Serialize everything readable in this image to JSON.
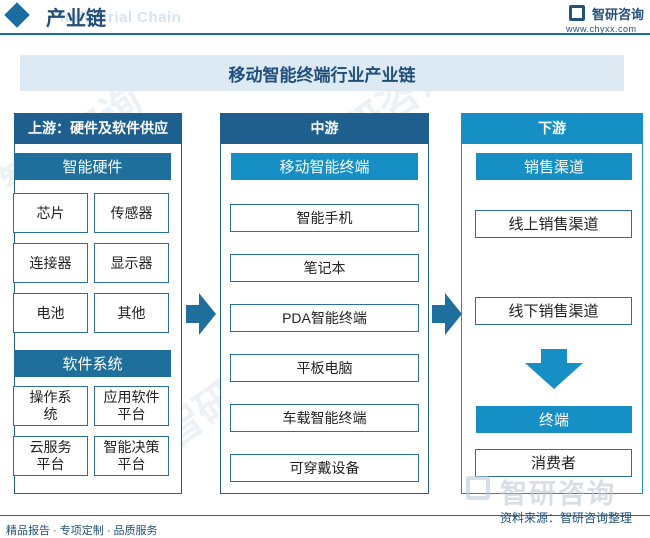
{
  "header": {
    "title": "产业链",
    "subtitle": "Industrial Chain",
    "logo_name": "智研咨询",
    "logo_url": "www.chyxx.com"
  },
  "diagram": {
    "title": "移动智能终端行业产业链",
    "upstream": {
      "heading": "上游：硬件及软件供应",
      "hardware": {
        "label": "智能硬件",
        "items": [
          "芯片",
          "传感器",
          "连接器",
          "显示器",
          "电池",
          "其他"
        ]
      },
      "software": {
        "label": "软件系统",
        "items": [
          "操作系统",
          "应用软件平台",
          "云服务平台",
          "智能决策平台"
        ]
      }
    },
    "midstream": {
      "heading": "中游",
      "label": "移动智能终端",
      "items": [
        "智能手机",
        "笔记本",
        "PDA智能终端",
        "平板电脑",
        "车载智能终端",
        "可穿戴设备"
      ]
    },
    "downstream": {
      "heading": "下游",
      "channels": {
        "label": "销售渠道",
        "items": [
          "线上销售渠道",
          "线下销售渠道"
        ]
      },
      "terminal": {
        "label": "终端",
        "items": [
          "消费者"
        ]
      }
    }
  },
  "watermark": "智研咨询",
  "footer": {
    "left": "精品报告 · 专项定制 · 品质服务",
    "source": "资料来源：智研咨询整理"
  },
  "colors": {
    "dark_blue": "#1f5f8e",
    "mid_blue": "#1f6f9c",
    "light_blue": "#1690c4",
    "title_band": "#dde9f3"
  }
}
